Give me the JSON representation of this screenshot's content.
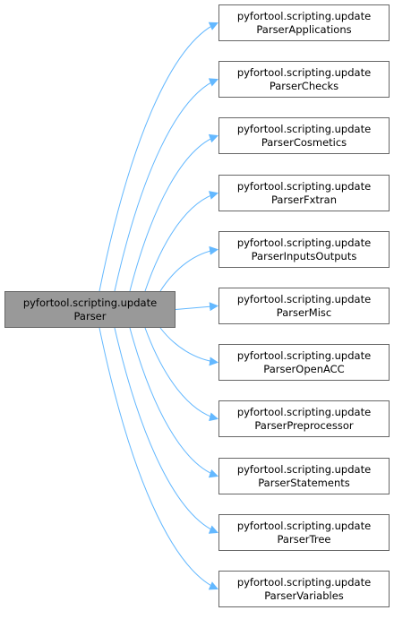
{
  "graph": {
    "edge_color": "#63b8ff",
    "node_border_color": "#666666",
    "root_fill_color": "#999999",
    "node_fill_color": "#ffffff",
    "root": {
      "line1": "pyfortool.scripting.update",
      "line2": "Parser"
    },
    "children": [
      {
        "line1": "pyfortool.scripting.update",
        "line2": "ParserApplications"
      },
      {
        "line1": "pyfortool.scripting.update",
        "line2": "ParserChecks"
      },
      {
        "line1": "pyfortool.scripting.update",
        "line2": "ParserCosmetics"
      },
      {
        "line1": "pyfortool.scripting.update",
        "line2": "ParserFxtran"
      },
      {
        "line1": "pyfortool.scripting.update",
        "line2": "ParserInputsOutputs"
      },
      {
        "line1": "pyfortool.scripting.update",
        "line2": "ParserMisc"
      },
      {
        "line1": "pyfortool.scripting.update",
        "line2": "ParserOpenACC"
      },
      {
        "line1": "pyfortool.scripting.update",
        "line2": "ParserPreprocessor"
      },
      {
        "line1": "pyfortool.scripting.update",
        "line2": "ParserStatements"
      },
      {
        "line1": "pyfortool.scripting.update",
        "line2": "ParserTree"
      },
      {
        "line1": "pyfortool.scripting.update",
        "line2": "ParserVariables"
      }
    ]
  }
}
